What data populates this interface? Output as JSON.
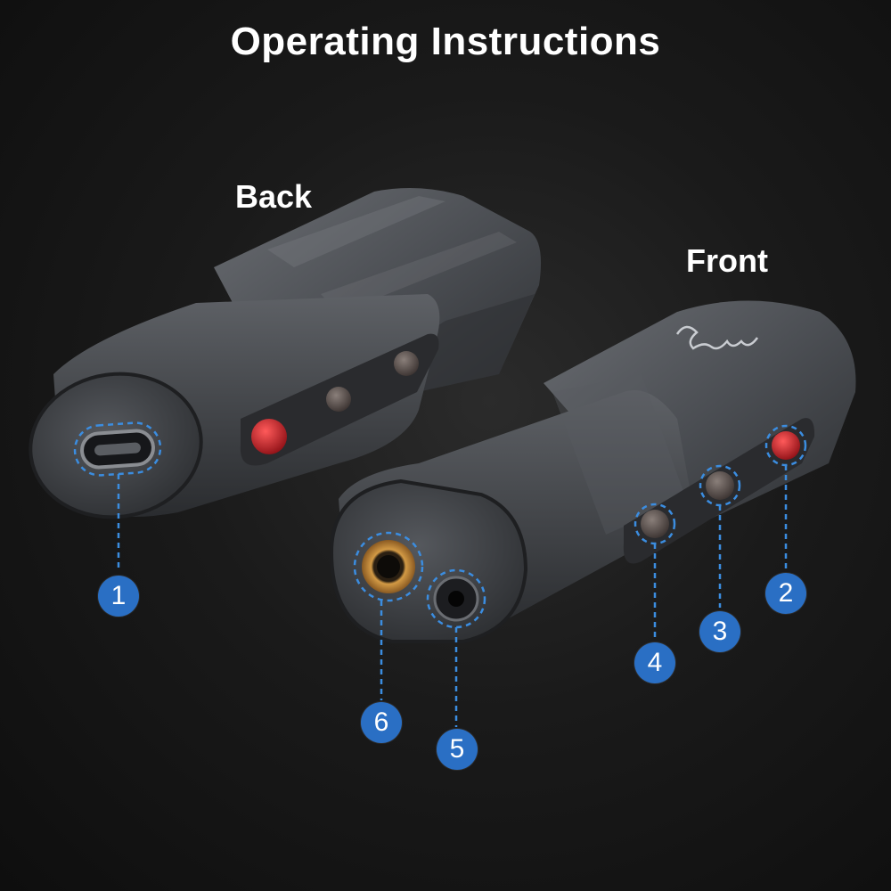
{
  "title": "Operating Instructions",
  "labels": {
    "back": "Back",
    "front": "Front"
  },
  "callouts": [
    {
      "number": "1",
      "target": "usb-c-port-icon"
    },
    {
      "number": "2",
      "target": "red-button-front-icon"
    },
    {
      "number": "3",
      "target": "middle-button-front-icon"
    },
    {
      "number": "4",
      "target": "lower-button-front-icon"
    },
    {
      "number": "5",
      "target": "small-jack-icon"
    },
    {
      "number": "6",
      "target": "large-jack-icon"
    }
  ],
  "colors": {
    "callout_fill": "#2a6fc4",
    "dashed_line": "#3b8de0",
    "body_metal": "#4a4c50",
    "button_red": "#c8202a",
    "jack_gold": "#c08a3a"
  }
}
